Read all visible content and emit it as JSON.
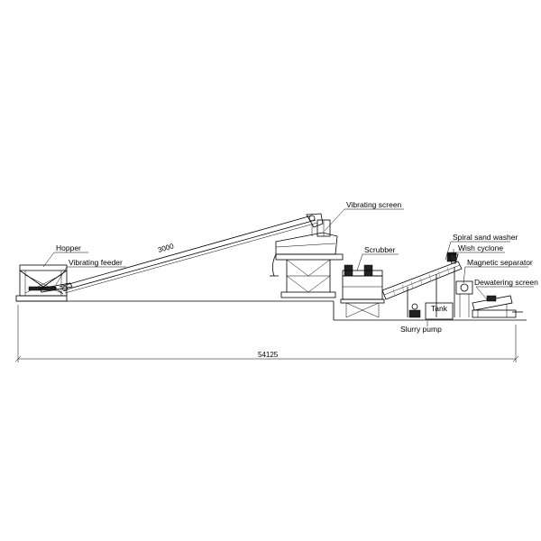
{
  "labels": {
    "hopper": "Hopper",
    "vibrating_feeder": "Vibrating feeder",
    "conveyor_length": "3000",
    "vibrating_screen": "Vibrating screen",
    "scrubber": "Scrubber",
    "spiral_sand_washer": "Spiral sand washer",
    "wish_cyclone": "Wish cyclone",
    "magnetic_separator": "Magnetic separator",
    "dewatering_screen": "Dewatering screen",
    "tank": "Tank",
    "slurry_pump": "Slurry pump",
    "overall_length": "54125"
  }
}
